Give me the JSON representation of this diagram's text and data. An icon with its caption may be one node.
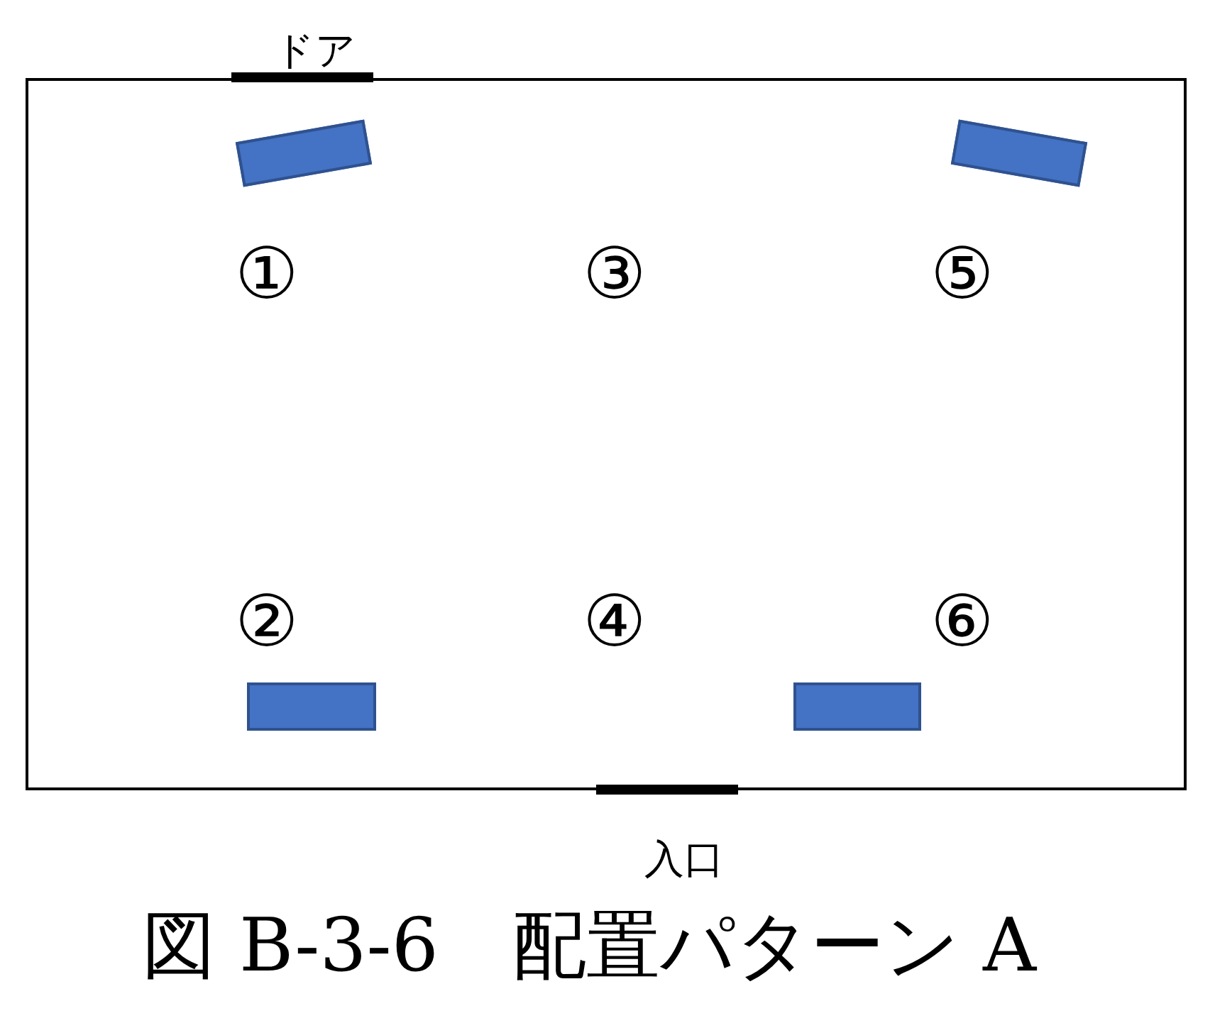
{
  "diagram": {
    "caption": "図 B-3-6　配置パターン A",
    "nodes": [
      {
        "text": [],
        "shape": "box"
      },
      {
        "text": [],
        "shape": "bar",
        "in": 0
      },
      {
        "text": [],
        "shape": "bar",
        "in": 0
      },
      {
        "text": [],
        "shape": "bar",
        "in": 0
      },
      {
        "text": [],
        "shape": "bar",
        "in": 0
      }
    ],
    "labels": [
      "ドア",
      "①",
      "③",
      "⑤",
      "②",
      "④",
      "⑥",
      "入口"
    ]
  }
}
